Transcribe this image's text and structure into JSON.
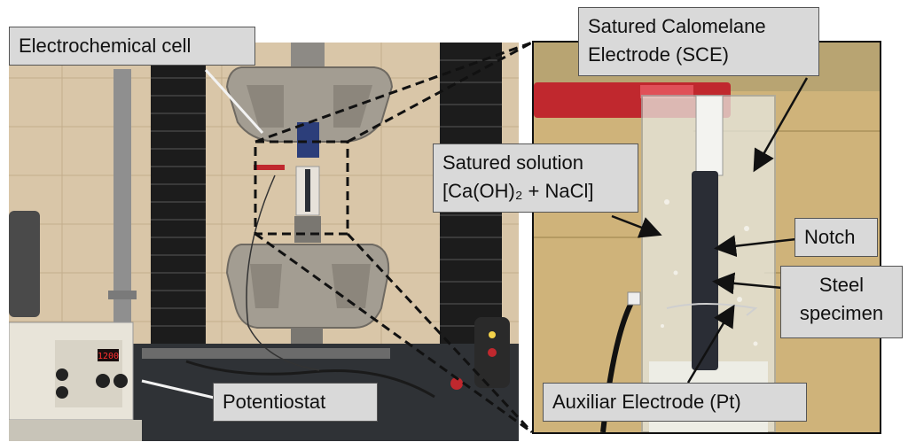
{
  "labels": {
    "electrochemical_cell": "Electrochemical cell",
    "potentiostat": "Potentiostat",
    "sce_line1": "Satured Calomelane",
    "sce_line2": "Electrode (SCE)",
    "solution_line1": "Satured solution",
    "solution_line2": "[Ca(OH)₂ + NaCl]",
    "notch": "Notch",
    "steel_line1": "Steel",
    "steel_line2": "specimen",
    "auxiliar": "Auxiliar Electrode (Pt)"
  },
  "device_display": "1200",
  "colors": {
    "wall": "#d7c3a5",
    "machine_column": "#1b1b1b",
    "grip": "#a39d92",
    "callout_fill": "#d9d9d9",
    "clamp_red": "#c0282e",
    "specimen": "#2a2d35"
  }
}
